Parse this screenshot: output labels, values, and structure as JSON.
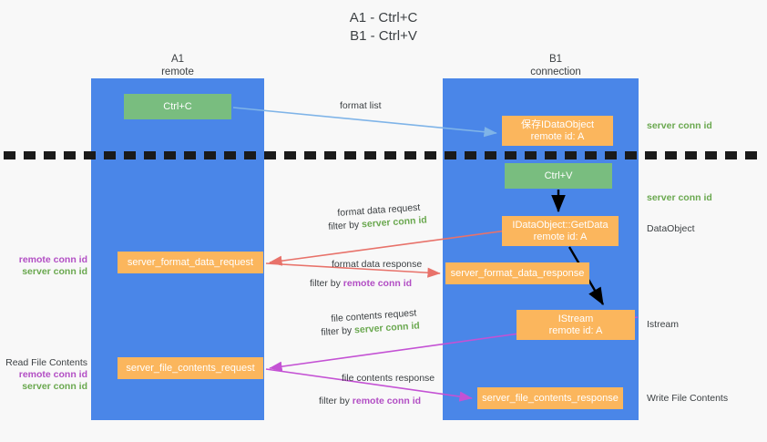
{
  "title": {
    "line1": "A1 - Ctrl+C",
    "line2": "B1 - Ctrl+V"
  },
  "lanes": [
    {
      "name": "A1",
      "sub": "remote",
      "color": "#4a86e8"
    },
    {
      "name": "B1",
      "sub": "connection",
      "color": "#4a86e8"
    }
  ],
  "boxes": {
    "ctrl_c": {
      "label": "Ctrl+C",
      "color": "#79bd7f"
    },
    "ctrl_v": {
      "label": "Ctrl+V",
      "color": "#79bd7f"
    },
    "idataobject": {
      "line1": "保存IDataObject",
      "line2": "remote id: A",
      "color": "#fbb65d"
    },
    "getdata": {
      "line1": "IDataObject::GetData",
      "line2": "remote id: A",
      "color": "#fbb65d"
    },
    "istream": {
      "line1": "IStream",
      "line2": "remote id: A",
      "color": "#fbb65d"
    },
    "server_format_data_request": {
      "label": "server_format_data_request",
      "color": "#fbb65d"
    },
    "server_format_data_response": {
      "label": "server_format_data_response",
      "color": "#fbb65d"
    },
    "server_file_contents_request": {
      "label": "server_file_contents_request",
      "color": "#fbb65d"
    },
    "server_file_contents_response": {
      "label": "server_file_contents_response",
      "color": "#fbb65d"
    }
  },
  "arrow_labels": {
    "format_list": "format list",
    "format_data_request": "format data request",
    "filter_by": "filter by ",
    "server_conn_id": "server conn id",
    "format_data_response": "format data response",
    "remote_conn_id": "remote conn id",
    "file_contents_request": "file contents request",
    "file_contents_response": "file contents response"
  },
  "annotations": {
    "right_server_conn_id_top": "server conn id",
    "right_server_conn_id_mid": "server conn id",
    "right_dataobject": "DataObject",
    "right_istream": "Istream",
    "right_write_file_contents": "Write File Contents",
    "left_read_file_contents": "Read File Contents",
    "left_remote_conn_id": "remote conn id",
    "left_server_conn_id": "server conn id"
  },
  "colors": {
    "lane": "#4a86e8",
    "green_box": "#79bd7f",
    "orange_box": "#fbb65d",
    "green_text": "#6aa84f",
    "magenta_text": "#b24ec4",
    "arrow_blue": "#7fb4e8",
    "arrow_red": "#e8726a",
    "arrow_magenta": "#c452d4",
    "arrow_black": "#000000",
    "divider": "#1a1a1a",
    "background": "#f8f8f8"
  }
}
